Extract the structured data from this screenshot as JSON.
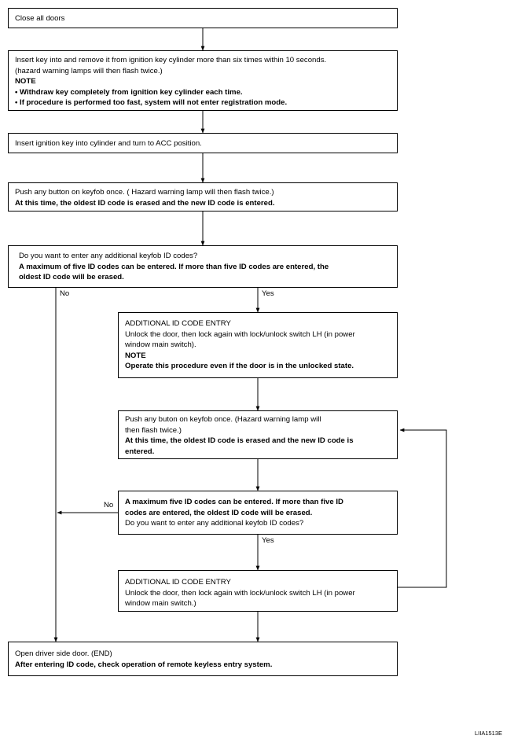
{
  "steps": {
    "close_doors": "Close all doors",
    "insert_remove": {
      "line1": "Insert key into and remove it from ignition key cylinder more than six times within 10 seconds.",
      "line2": "(hazard warning lamps will then flash twice.)",
      "note_label": "NOTE",
      "note1": "• Withdraw key completely from ignition key cylinder each time.",
      "note2": "• If procedure is performed too fast, system will not enter registration mode."
    },
    "acc": "Insert ignition key into cylinder and turn to ACC position.",
    "push_first": {
      "line1": "Push any button on keyfob once. ( Hazard warning lamp will then flash twice.)",
      "line2": "At this time, the oldest ID code is erased and the new ID code is entered."
    },
    "question_first": {
      "line1": "Do you want to enter any additional keyfob ID codes?",
      "line2": "A maximum of five ID codes can be entered. If more than five ID codes are entered, the",
      "line3": "oldest ID code will be erased."
    },
    "additional_1": {
      "line1": "ADDITIONAL ID CODE ENTRY",
      "line2": "Unlock the door, then lock again with lock/unlock switch LH (in power",
      "line3": "window main switch).",
      "note_label": "NOTE",
      "note": "Operate this procedure even if the door is in the unlocked state."
    },
    "push_second": {
      "line1": "Push any buton on keyfob once. (Hazard warning lamp will",
      "line2": "then flash twice.)",
      "line3": "At this time, the oldest ID code is erased and the new ID code is",
      "line4": "entered."
    },
    "question_second": {
      "line1": "A maximum five ID codes can be entered. If more than five ID",
      "line2": "codes are entered, the oldest ID code will be erased.",
      "line3": "Do you want to enter any additional keyfob ID codes?"
    },
    "additional_2": {
      "line1": "ADDITIONAL ID CODE ENTRY",
      "line2": "Unlock the door, then lock again with lock/unlock switch LH (in power",
      "line3": "window main switch.)"
    },
    "end": {
      "line1": "Open driver side door. (END)",
      "line2": "After entering ID code, check operation of remote keyless entry system."
    }
  },
  "branch_labels": {
    "no_1": "No",
    "yes_1": "Yes",
    "no_2": "No",
    "yes_2": "Yes"
  },
  "figure_code": "LIIA1513E"
}
